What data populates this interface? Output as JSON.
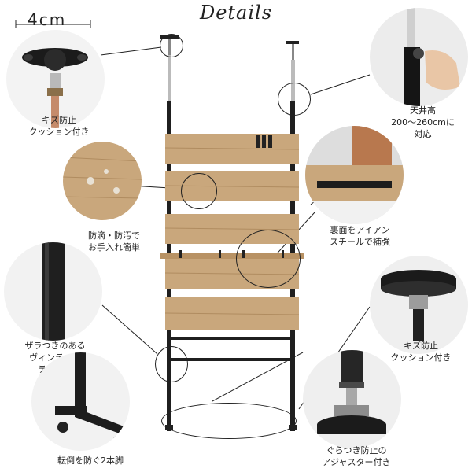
{
  "title": "Details",
  "dimension_label": "4cm",
  "captions": {
    "top_left": [
      "キズ防止",
      "クッション付き"
    ],
    "top_right": [
      "天井高",
      "200～260cmに",
      "対応"
    ],
    "mid_left": [
      "防滴・防汚で",
      "お手入れ簡単"
    ],
    "mid_right": [
      "裏面をアイアン",
      "スチールで補強"
    ],
    "low_left": [
      "ザラつきのある",
      "ヴィンテージ",
      "テイスト"
    ],
    "low_right": [
      "キズ防止",
      "クッション付き"
    ],
    "bottom_left": [
      "転倒を防ぐ2本脚"
    ],
    "bottom_right": [
      "ぐらつき防止の",
      "アジャスター付き"
    ]
  },
  "colors": {
    "wood": "#c9a77c",
    "wood_dark": "#a9865c",
    "iron": "#1f1f1f",
    "line": "#222222"
  }
}
